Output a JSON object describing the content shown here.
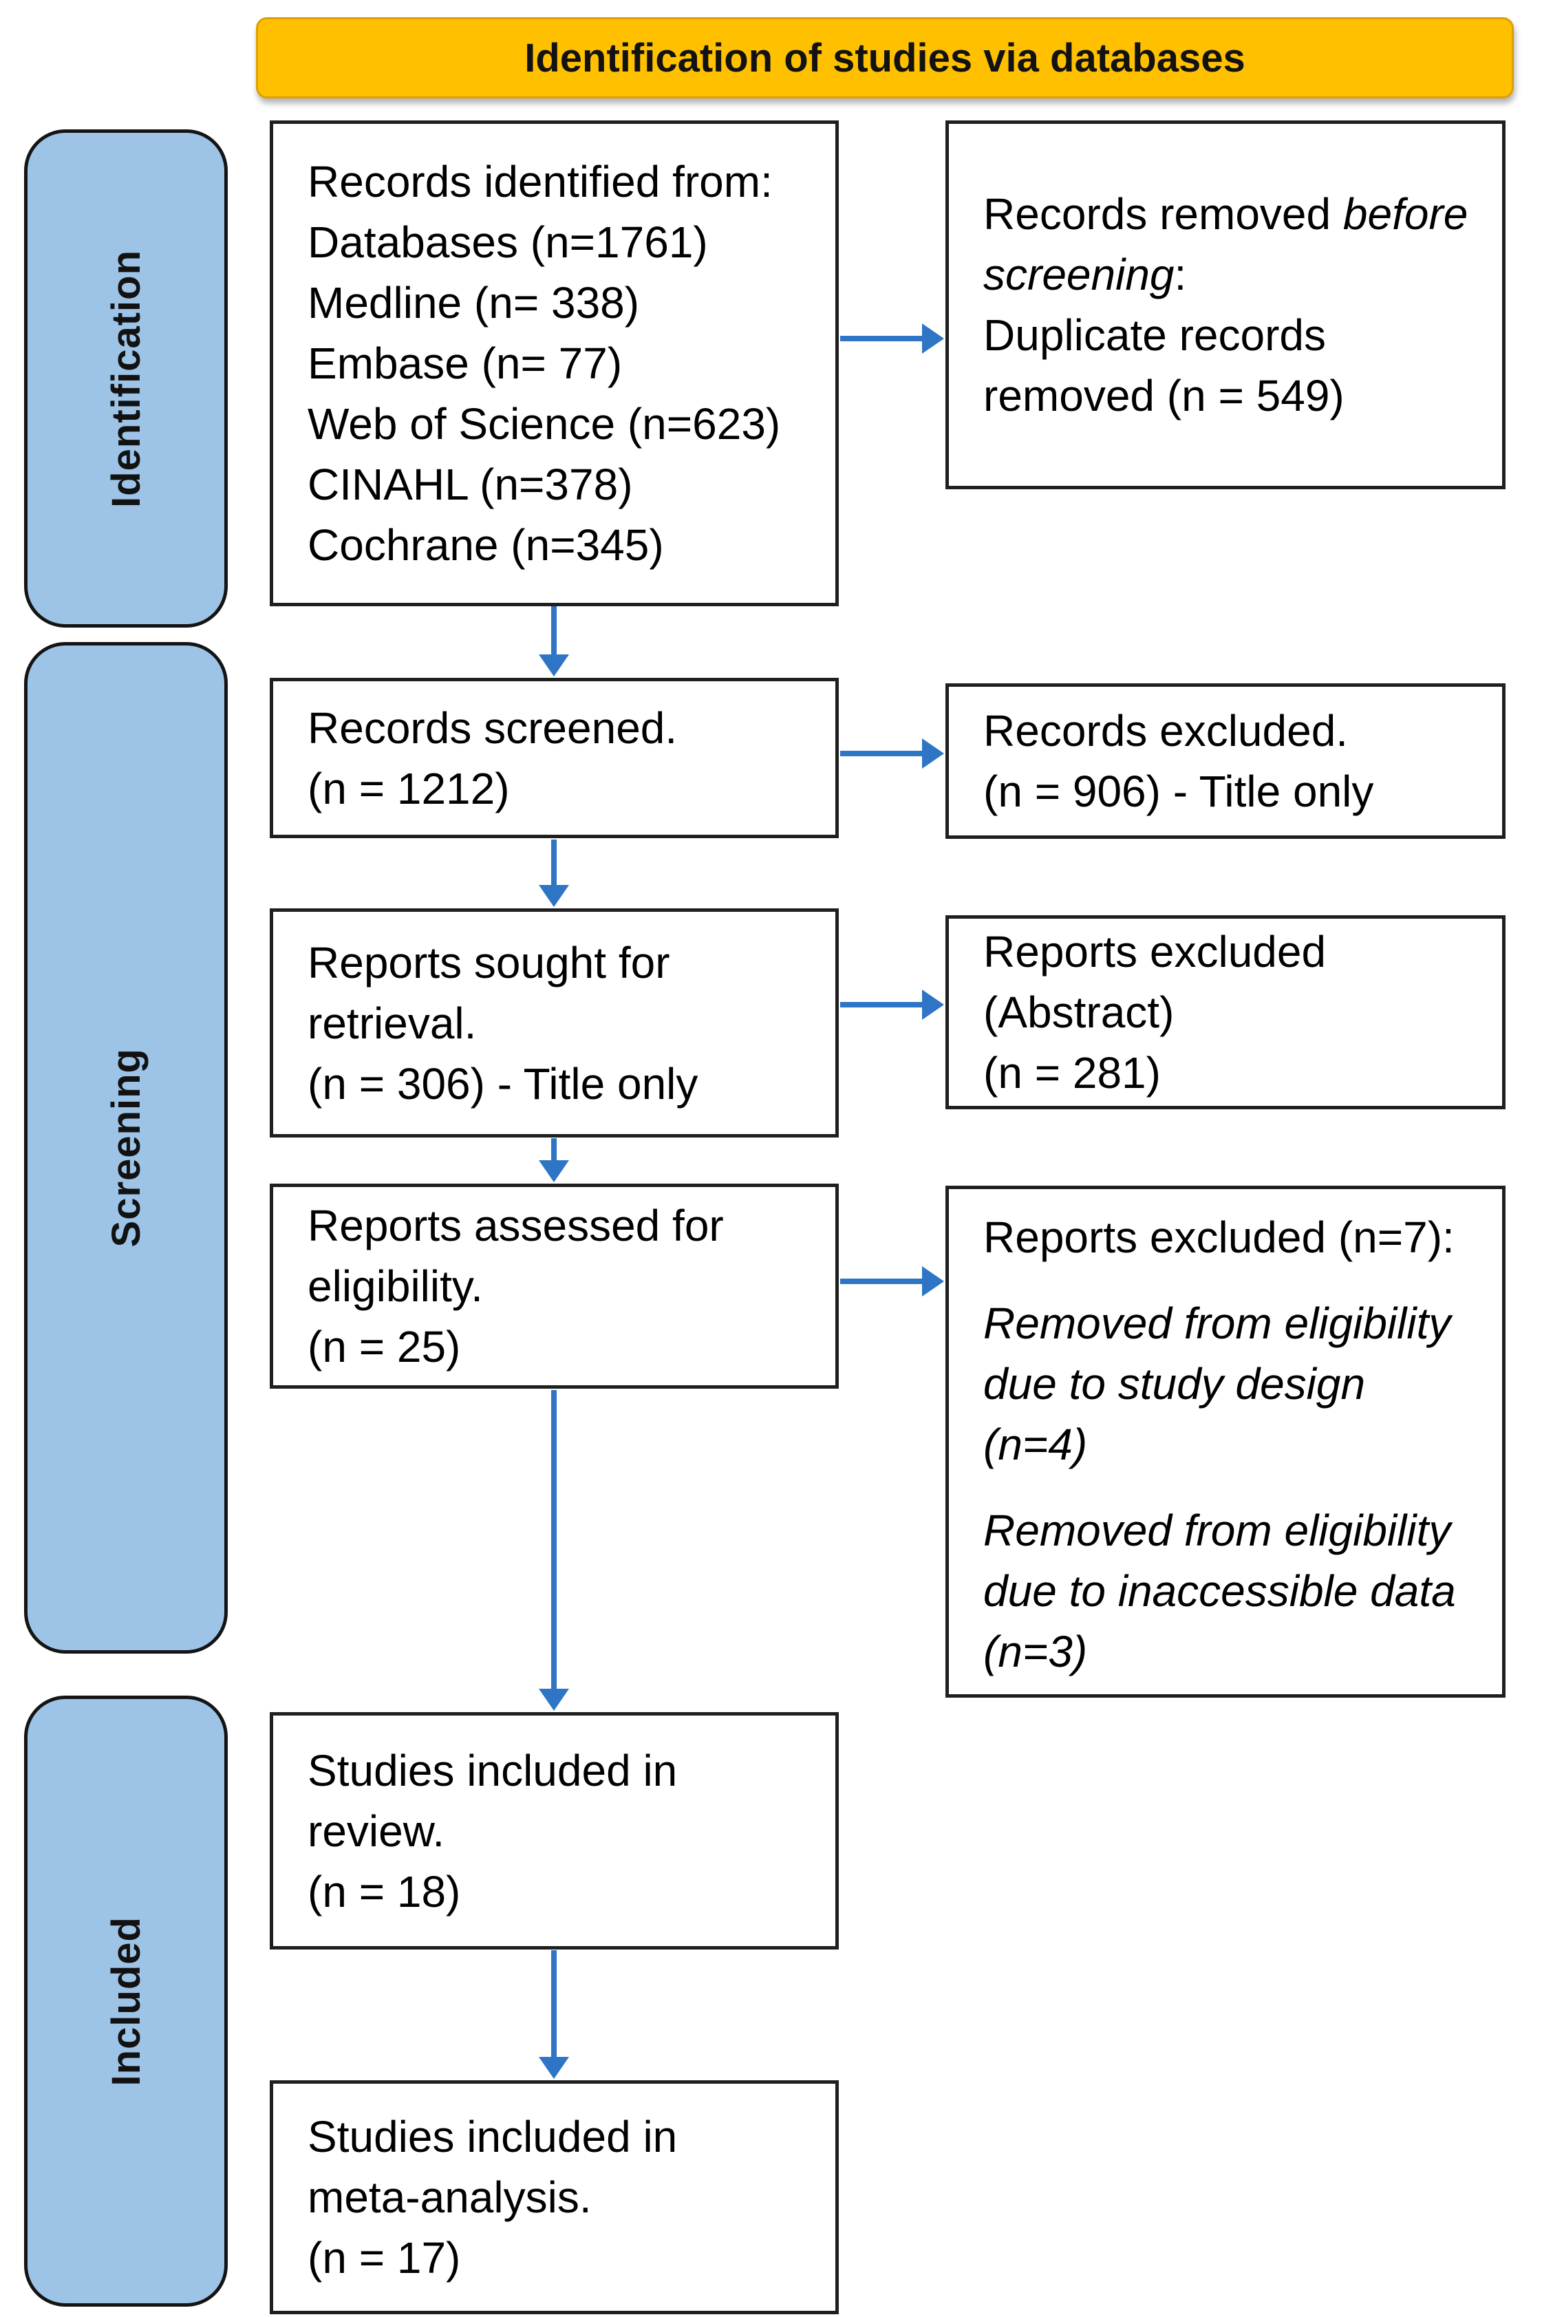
{
  "colors": {
    "banner_bg": "#FFC000",
    "stage_bg": "#9DC3E6",
    "arrow": "#2E75C6",
    "box_border": "#1F1F1F"
  },
  "header": {
    "title": "Identification of studies via databases"
  },
  "stages": [
    {
      "label": "Identification"
    },
    {
      "label": "Screening"
    },
    {
      "label": "Included"
    }
  ],
  "boxes": {
    "identified": {
      "lines": [
        [
          {
            "t": "Records identified from:"
          }
        ],
        [
          {
            "t": "Databases (n=1761)"
          }
        ],
        [
          {
            "t": "Medline (n= 338)"
          }
        ],
        [
          {
            "t": "Embase (n= 77)"
          }
        ],
        [
          {
            "t": "Web of Science (n=623)"
          }
        ],
        [
          {
            "t": "CINAHL (n=378)"
          }
        ],
        [
          {
            "t": "Cochrane (n=345)"
          }
        ]
      ]
    },
    "removed_before_screening": {
      "lines": [
        [
          {
            "t": "Records removed "
          },
          {
            "t": "before",
            "i": true
          }
        ],
        [
          {
            "t": "screening",
            "i": true
          },
          {
            "t": ":"
          }
        ],
        [
          {
            "t": "Duplicate records"
          }
        ],
        [
          {
            "t": "removed (n = 549)"
          }
        ]
      ]
    },
    "screened": {
      "lines": [
        [
          {
            "t": "Records screened."
          }
        ],
        [
          {
            "t": "(n = 1212)"
          }
        ]
      ]
    },
    "records_excluded": {
      "lines": [
        [
          {
            "t": "Records excluded."
          }
        ],
        [
          {
            "t": "(n = 906) - Title only"
          }
        ]
      ]
    },
    "sought_for_retrieval": {
      "lines": [
        [
          {
            "t": "Reports sought for"
          }
        ],
        [
          {
            "t": "retrieval."
          }
        ],
        [
          {
            "t": "(n = 306) - Title only"
          }
        ]
      ]
    },
    "reports_excluded_abstract": {
      "lines": [
        [
          {
            "t": "Reports excluded"
          }
        ],
        [
          {
            "t": "(Abstract)"
          }
        ],
        [
          {
            "t": "(n = 281)"
          }
        ]
      ]
    },
    "assessed_for_eligibility": {
      "lines": [
        [
          {
            "t": "Reports assessed for"
          }
        ],
        [
          {
            "t": "eligibility."
          }
        ],
        [
          {
            "t": "(n = 25)"
          }
        ]
      ]
    },
    "reports_excluded_n7": {
      "lines": [
        [
          {
            "t": "Reports excluded (n=7):"
          }
        ],
        [],
        [
          {
            "t": "Removed from eligibility",
            "i": true
          }
        ],
        [
          {
            "t": "due to study design",
            "i": true
          }
        ],
        [
          {
            "t": "(n=4)",
            "i": true
          }
        ],
        [],
        [
          {
            "t": "Removed from eligibility",
            "i": true
          }
        ],
        [
          {
            "t": "due to inaccessible data",
            "i": true
          }
        ],
        [
          {
            "t": "(n=3)",
            "i": true
          }
        ]
      ]
    },
    "included_in_review": {
      "lines": [
        [
          {
            "t": "Studies included in"
          }
        ],
        [
          {
            "t": "review."
          }
        ],
        [
          {
            "t": "(n = 18)"
          }
        ]
      ]
    },
    "included_in_meta_analysis": {
      "lines": [
        [
          {
            "t": "Studies included in"
          }
        ],
        [
          {
            "t": "meta-analysis."
          }
        ],
        [
          {
            "t": "(n = 17)"
          }
        ]
      ]
    }
  }
}
